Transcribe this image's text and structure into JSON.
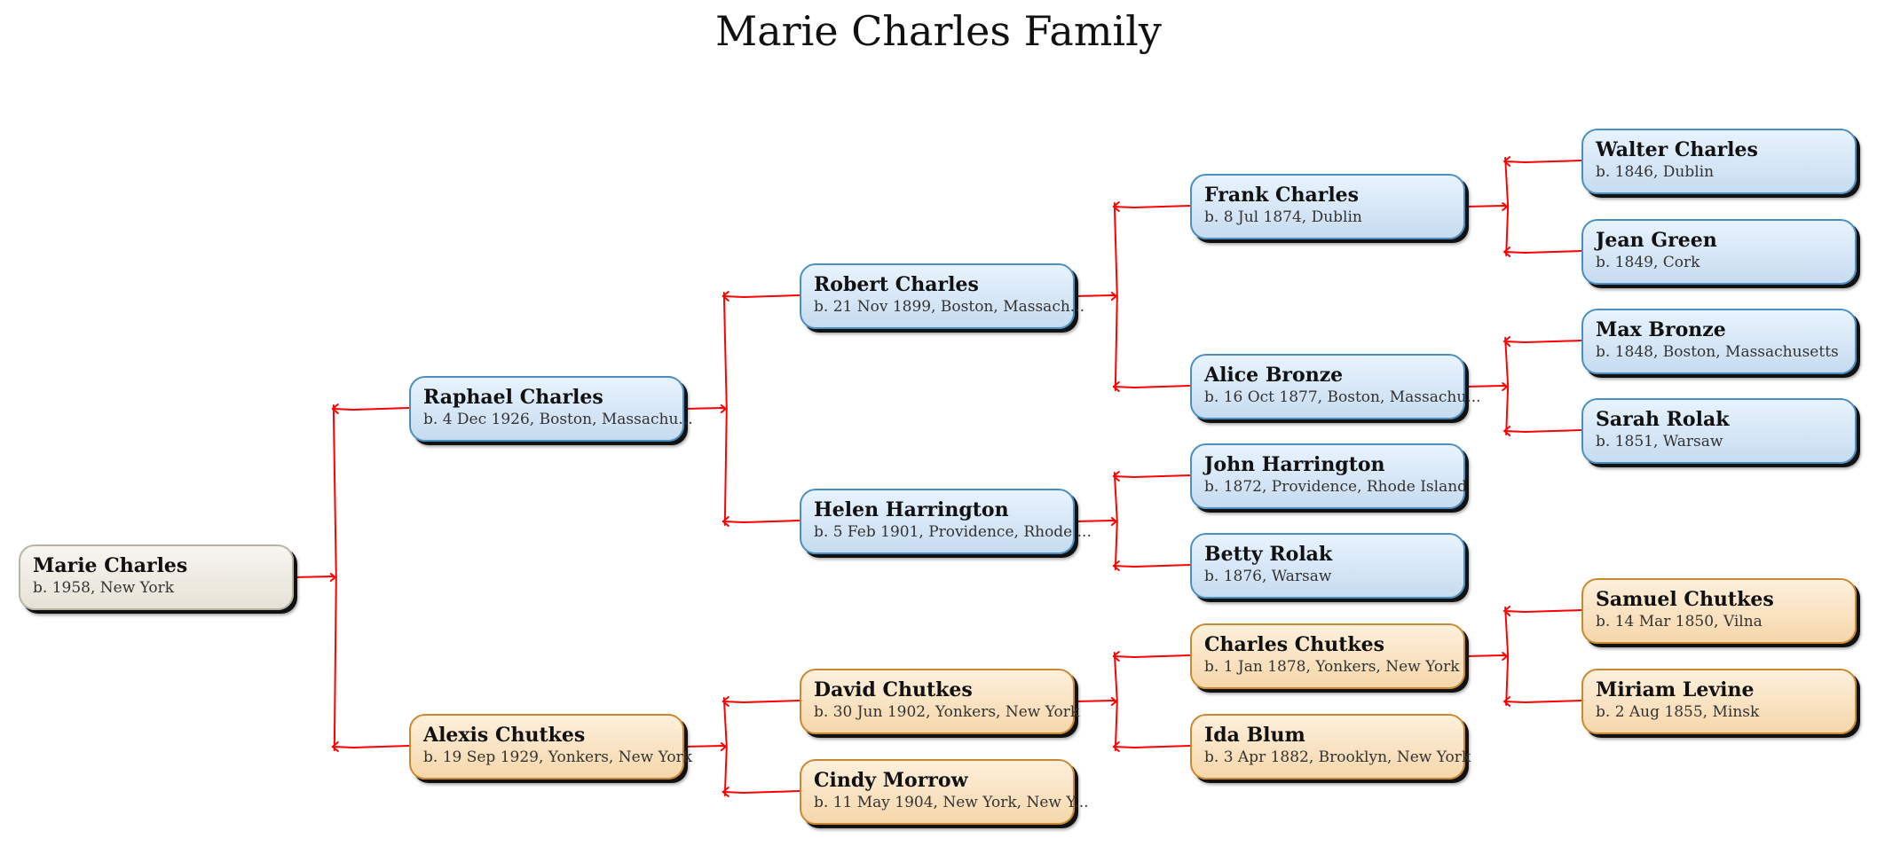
{
  "title": "Marie Charles Family",
  "colors": {
    "connector": "#ff0000",
    "root_border": "#b7b4a4",
    "paternal_border": "#4a8fc2",
    "maternal_border": "#c98a2f"
  },
  "people": {
    "marie_charles": {
      "name": "Marie Charles",
      "birth": "b. 1958, New York",
      "side": "root"
    },
    "raphael_charles": {
      "name": "Raphael Charles",
      "birth": "b. 4 Dec 1926, Boston, Massachu...",
      "side": "paternal"
    },
    "alexis_chutkes": {
      "name": "Alexis Chutkes",
      "birth": "b. 19 Sep 1929, Yonkers, New York",
      "side": "maternal"
    },
    "robert_charles": {
      "name": "Robert Charles",
      "birth": "b. 21 Nov 1899, Boston, Massach...",
      "side": "paternal"
    },
    "helen_harrington": {
      "name": "Helen Harrington",
      "birth": "b. 5 Feb 1901, Providence, Rhode ...",
      "side": "paternal"
    },
    "david_chutkes": {
      "name": "David Chutkes",
      "birth": "b. 30 Jun 1902, Yonkers, New York",
      "side": "maternal"
    },
    "cindy_morrow": {
      "name": "Cindy Morrow",
      "birth": "b. 11 May 1904, New York, New Y...",
      "side": "maternal"
    },
    "frank_charles": {
      "name": "Frank Charles",
      "birth": "b. 8 Jul 1874, Dublin",
      "side": "paternal"
    },
    "alice_bronze": {
      "name": "Alice Bronze",
      "birth": "b. 16 Oct 1877, Boston, Massachu...",
      "side": "paternal"
    },
    "john_harrington": {
      "name": "John Harrington",
      "birth": "b. 1872, Providence, Rhode Island",
      "side": "paternal"
    },
    "betty_rolak": {
      "name": "Betty Rolak",
      "birth": "b. 1876, Warsaw",
      "side": "paternal"
    },
    "charles_chutkes": {
      "name": "Charles Chutkes",
      "birth": "b. 1 Jan 1878, Yonkers, New York",
      "side": "maternal"
    },
    "ida_blum": {
      "name": "Ida Blum",
      "birth": "b. 3 Apr 1882, Brooklyn, New York",
      "side": "maternal"
    },
    "walter_charles": {
      "name": "Walter Charles",
      "birth": "b. 1846, Dublin",
      "side": "paternal"
    },
    "jean_green": {
      "name": "Jean Green",
      "birth": "b. 1849, Cork",
      "side": "paternal"
    },
    "max_bronze": {
      "name": "Max Bronze",
      "birth": "b. 1848, Boston, Massachusetts",
      "side": "paternal"
    },
    "sarah_rolak": {
      "name": "Sarah Rolak",
      "birth": "b. 1851, Warsaw",
      "side": "paternal"
    },
    "samuel_chutkes": {
      "name": "Samuel Chutkes",
      "birth": "b. 14 Mar 1850, Vilna",
      "side": "maternal"
    },
    "miriam_levine": {
      "name": "Miriam Levine",
      "birth": "b. 2 Aug 1855, Minsk",
      "side": "maternal"
    }
  },
  "parents": [
    {
      "child": "marie_charles",
      "father": "raphael_charles",
      "mother": "alexis_chutkes"
    },
    {
      "child": "raphael_charles",
      "father": "robert_charles",
      "mother": "helen_harrington"
    },
    {
      "child": "alexis_chutkes",
      "father": "david_chutkes",
      "mother": "cindy_morrow"
    },
    {
      "child": "robert_charles",
      "father": "frank_charles",
      "mother": "alice_bronze"
    },
    {
      "child": "helen_harrington",
      "father": "john_harrington",
      "mother": "betty_rolak"
    },
    {
      "child": "david_chutkes",
      "father": "charles_chutkes",
      "mother": "ida_blum"
    },
    {
      "child": "frank_charles",
      "father": "walter_charles",
      "mother": "jean_green"
    },
    {
      "child": "alice_bronze",
      "father": "max_bronze",
      "mother": "sarah_rolak"
    },
    {
      "child": "charles_chutkes",
      "father": "samuel_chutkes",
      "mother": "miriam_levine"
    }
  ]
}
